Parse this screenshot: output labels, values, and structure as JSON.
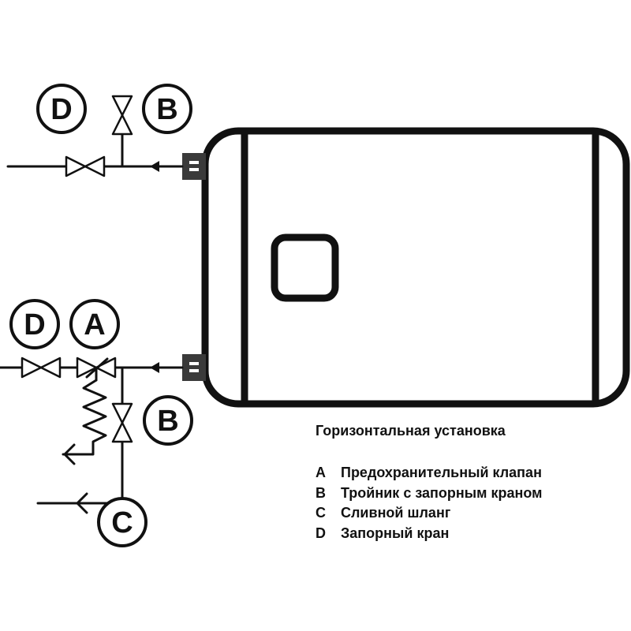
{
  "diagram": {
    "labels": {
      "top_left_shutoff": "D",
      "top_tee": "B",
      "bottom_left_shutoff": "D",
      "safety_valve": "A",
      "bottom_tee": "B",
      "drain_hose": "C"
    }
  },
  "legend": {
    "title": "Горизонтальная установка",
    "items": [
      {
        "key": "A",
        "text": "Предохранительный клапан"
      },
      {
        "key": "B",
        "text": "Тройник с запорным краном"
      },
      {
        "key": "C",
        "text": "Сливной шланг"
      },
      {
        "key": "D",
        "text": "Запорный кран"
      }
    ]
  },
  "colors": {
    "line": "#111111",
    "background": "#ffffff",
    "fitting_fill": "#3a3a3a"
  }
}
